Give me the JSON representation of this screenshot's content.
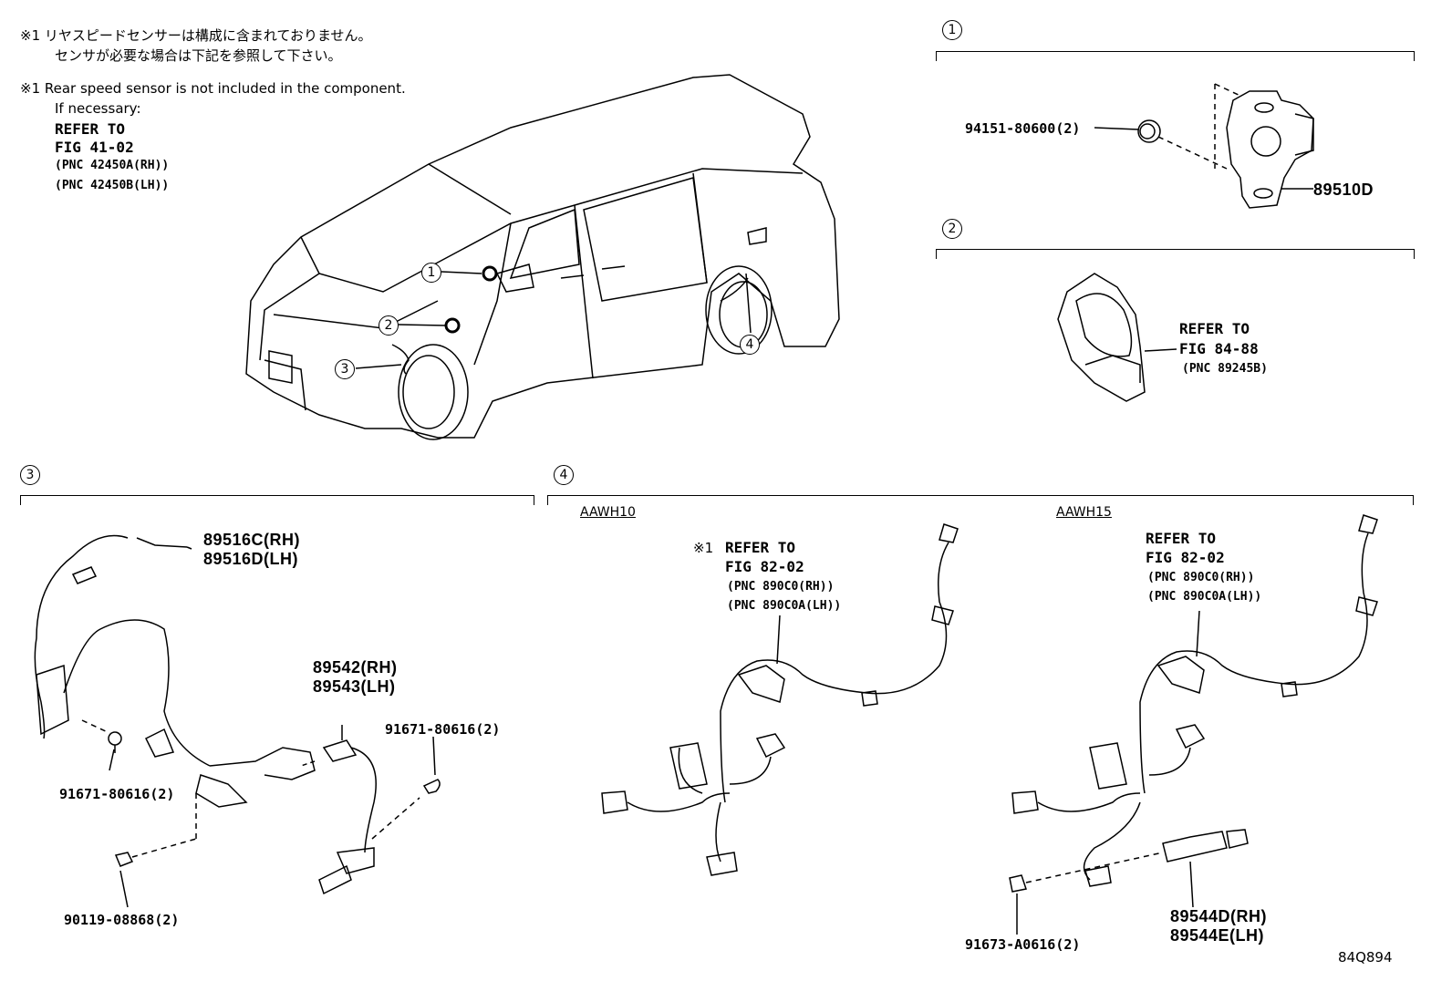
{
  "notes": {
    "jp_line1": "※1 リヤスピードセンサーは構成に含まれておりません。",
    "jp_line2": "センサが必要な場合は下記を参照して下さい。",
    "en_line1": "※1 Rear speed sensor is not included in the component.",
    "en_line2": "If necessary:",
    "refer_to": "REFER TO",
    "fig": "FIG 41-02",
    "pnc_rh": "(PNC 42450A(RH))",
    "pnc_lh": "(PNC 42450B(LH))"
  },
  "callouts": [
    "1",
    "2",
    "3",
    "4"
  ],
  "section1": {
    "label": "1",
    "clip_part": "94151-80600(2)",
    "sensor_part": "89510D"
  },
  "section2": {
    "label": "2",
    "refer_to": "REFER TO",
    "fig": "FIG 84-88",
    "pnc": "(PNC 89245B)"
  },
  "section3": {
    "label": "3",
    "harness_rh": "89516C(RH)",
    "harness_lh": "89516D(LH)",
    "sensor_rh": "89542(RH)",
    "sensor_lh": "89543(LH)",
    "bolt_right": "91671-80616(2)",
    "bolt_left": "91671-80616(2)",
    "bolt_bottom": "90119-08868(2)"
  },
  "section4": {
    "label": "4",
    "model_a": "AAWH10",
    "model_b": "AAWH15",
    "a_mark": "※1",
    "a_refer": "REFER TO",
    "a_fig": "FIG 82-02",
    "a_pnc_rh": "(PNC 890C0(RH))",
    "a_pnc_lh": "(PNC 890C0A(LH))",
    "b_refer": "REFER TO",
    "b_fig": "FIG 82-02",
    "b_pnc_rh": "(PNC 890C0(RH))",
    "b_pnc_lh": "(PNC 890C0A(LH))",
    "b_sensor_rh": "89544D(RH)",
    "b_sensor_lh": "89544E(LH)",
    "b_bolt": "91673-A0616(2)"
  },
  "figure_id": "84Q894"
}
